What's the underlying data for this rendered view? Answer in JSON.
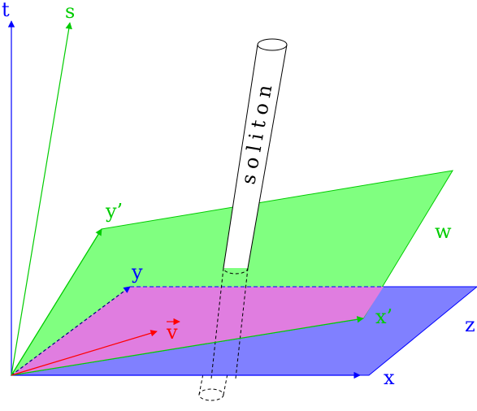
{
  "labels": {
    "t": "t",
    "s": "s",
    "y_prime": "y’",
    "w": "w",
    "y": "y",
    "v": "v",
    "x_prime": "x’",
    "z": "z",
    "x": "x",
    "soliton": "soliton"
  },
  "colors": {
    "blue": "#0000ff",
    "green": "#00cc00",
    "red": "#ff0000",
    "green_plane": "#80ff80",
    "blue_plane": "#8080ff",
    "overlap": "#e07de0"
  }
}
